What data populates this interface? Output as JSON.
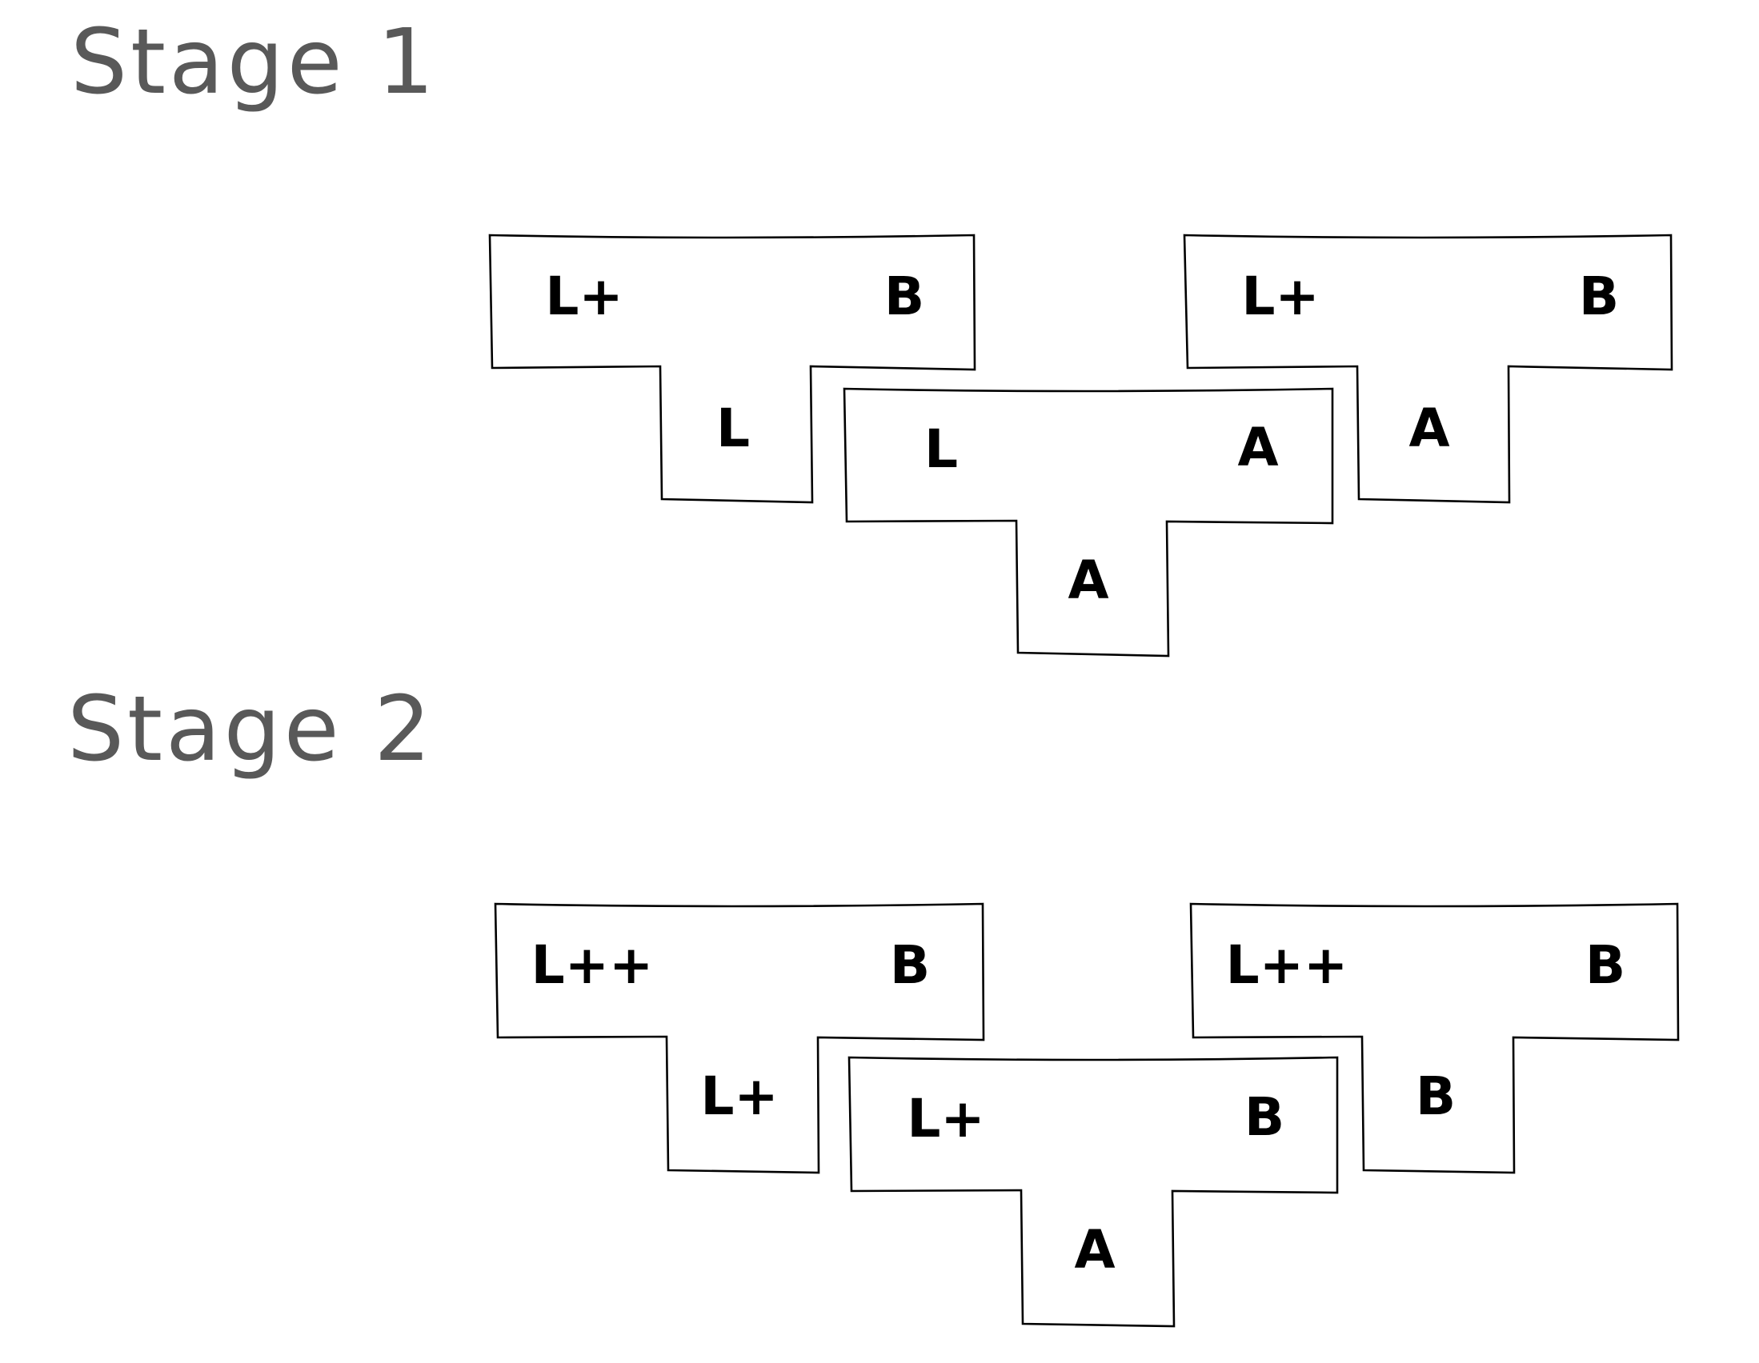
{
  "stages": [
    {
      "title": "Stage 1",
      "pieces": [
        {
          "id": "left",
          "labels": {
            "top_left": "L+",
            "top_right": "B",
            "bottom": "L"
          }
        },
        {
          "id": "middle",
          "labels": {
            "top_left": "L",
            "top_right": "A",
            "bottom": "A"
          }
        },
        {
          "id": "right",
          "labels": {
            "top_left": "L+",
            "top_right": "B",
            "bottom": "A"
          }
        }
      ]
    },
    {
      "title": "Stage 2",
      "pieces": [
        {
          "id": "left",
          "labels": {
            "top_left": "L++",
            "top_right": "B",
            "bottom": "L+"
          }
        },
        {
          "id": "middle",
          "labels": {
            "top_left": "L+",
            "top_right": "B",
            "bottom": "A"
          }
        },
        {
          "id": "right",
          "labels": {
            "top_left": "L++",
            "top_right": "B",
            "bottom": "B"
          }
        }
      ]
    }
  ]
}
